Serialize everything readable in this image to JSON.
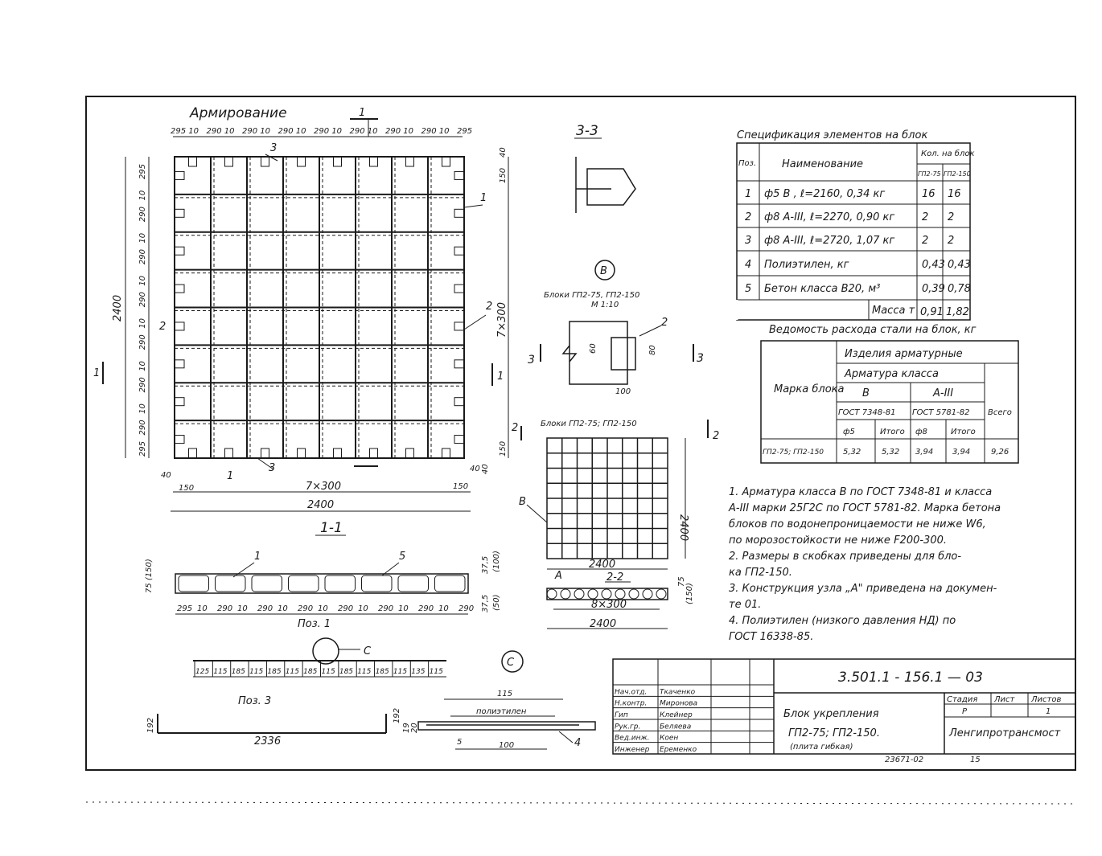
{
  "reinforcement": {
    "title": "Армирование",
    "section_mark_top": "1",
    "section_mark_left": "1",
    "section_mark_right": "1",
    "top_dims": [
      "295",
      "10",
      "290",
      "10",
      "290",
      "10",
      "290",
      "10",
      "290",
      "10",
      "290",
      "10",
      "290",
      "10",
      "290",
      "10",
      "295"
    ],
    "left_dims": [
      "295",
      "10",
      "290",
      "10",
      "290",
      "10",
      "290",
      "10",
      "290",
      "10",
      "290",
      "10",
      "290",
      "295"
    ],
    "right_dims": [
      "40",
      "150",
      "150",
      "40"
    ],
    "overall_height": "2400",
    "pos_right": "1",
    "pos_right_2": "2",
    "pos_left_2": "2",
    "pos_top_3": "3",
    "pos_bottom_3": "3",
    "pos_bottom_1": "1",
    "right_spacing": "7×300",
    "bottom_left_40": "40",
    "bottom_right_40": "40",
    "bottom_150_left": "150",
    "bottom_150_right": "150",
    "bottom_spacing": "7×300",
    "bottom_total": "2400"
  },
  "section_33": {
    "title": "3-3"
  },
  "detail_b": {
    "circle": "B",
    "caption": "Блоки ГП2-75, ГП2-150",
    "scale": "М 1:10",
    "pos": "2",
    "dim_60": "60",
    "dim_80": "80",
    "dim_100": "100",
    "cut_left": "3",
    "cut_right": "3"
  },
  "small_block": {
    "caption": "Блоки ГП2-75; ГП2-150",
    "cut_2_top": "2",
    "cut_2_bottom": "2",
    "leader_b": "В",
    "dim_width": "2400",
    "dim_height": "2400"
  },
  "section_11": {
    "title": "1-1",
    "pos_1": "1",
    "pos_5": "5",
    "dims": [
      "295",
      "10",
      "290",
      "10",
      "290",
      "10",
      "290",
      "10",
      "290",
      "10",
      "290",
      "10",
      "290",
      "10",
      "290"
    ],
    "left_75": "75 (150)",
    "right_375_top": "37,5",
    "right_100": "(100)",
    "right_375_bot": "37,5",
    "right_50": "(50)",
    "pos_label": "Поз. 1"
  },
  "section_22": {
    "title": "2-2",
    "node_a": "А",
    "dim_75": "75",
    "dim_150": "(150)",
    "spacing": "8×300",
    "total": "2400"
  },
  "pos3": {
    "title": "Поз. 3",
    "circle_c": "С",
    "dims": [
      "125",
      "115",
      "185",
      "115",
      "185",
      "115",
      "185",
      "115",
      "185",
      "115",
      "185",
      "115",
      "135",
      "115"
    ],
    "dim_192_left": "192",
    "dim_192_right": "192",
    "length": "2336"
  },
  "detail_c": {
    "circle": "С",
    "dim_115": "115",
    "label_poly": "полиэтилен",
    "dim_5": "5",
    "dim_100": "100",
    "pos_4": "4",
    "dim_19": "19",
    "dim_20": "20"
  },
  "spec_table": {
    "title": "Спецификация элементов на блок",
    "col_pos": "Поз.",
    "col_name": "Наименование",
    "col_qty": "Кол. на блок",
    "col_a": "ГП2-75",
    "col_b": "ГП2-150",
    "rows": [
      {
        "pos": "1",
        "name": "ф5 В , ℓ=2160, 0,34 кг",
        "a": "16",
        "b": "16"
      },
      {
        "pos": "2",
        "name": "ф8 А-III, ℓ=2270, 0,90 кг",
        "a": "2",
        "b": "2"
      },
      {
        "pos": "3",
        "name": "ф8 А-III, ℓ=2720, 1,07 кг",
        "a": "2",
        "b": "2"
      },
      {
        "pos": "4",
        "name": "Полиэтилен, кг",
        "a": "0,43",
        "b": "0,43"
      },
      {
        "pos": "5",
        "name": "Бетон класса В20, м³",
        "a": "0,39",
        "b": "0,78"
      }
    ],
    "mass_label": "Масса т",
    "mass_a": "0,91",
    "mass_b": "1,82"
  },
  "steel_table": {
    "title": "Ведомость расхода стали на блок, кг",
    "h_products": "Изделия арматурные",
    "h_class": "Арматура класса",
    "h_mark": "Марка блока",
    "h_b": "В",
    "h_a3": "А-III",
    "h_gost1": "ГОСТ 7348-81",
    "h_gost2": "ГОСТ 5781-82",
    "h_total": "Всего",
    "h_f5": "ф5",
    "h_sum1": "Итого",
    "h_f8": "ф8",
    "h_sum2": "Итого",
    "row_mark": "ГП2-75; ГП2-150",
    "v1": "5,32",
    "v2": "5,32",
    "v3": "3,94",
    "v4": "3,94",
    "v5": "9,26"
  },
  "notes": [
    "1. Арматура класса В по ГОСТ 7348-81 и класса",
    "А-III марки 25Г2С по ГОСТ 5781-82. Марка бетона",
    "блоков по водонепроницаемости не ниже W6,",
    "по морозостойкости не ниже F200-300.",
    "2. Размеры в скобках приведены для бло-",
    "ка ГП2-150.",
    "3. Конструкция узла „А\" приведена на докумен-",
    "те 01.",
    "4. Полиэтилен (низкого давления НД) по",
    "ГОСТ 16338-85."
  ],
  "title_block": {
    "code": "3.501.1 - 156.1 — 03",
    "roles": [
      "Нач.отд.",
      "Н.контр.",
      "Гип",
      "Рук.гр.",
      "Вед.инж.",
      "Инженер"
    ],
    "names": [
      "Ткаченко",
      "Миронова",
      "Клейнер",
      "Беляева",
      "Коен",
      "Еременко"
    ],
    "title_l1": "Блок укрепления",
    "title_l2": "ГП2-75; ГП2-150.",
    "title_l3": "(плита гибкая)",
    "h_stage": "Стадия",
    "h_sheet": "Лист",
    "h_sheets": "Листов",
    "stage": "Р",
    "sheets": "1",
    "org": "Ленгипротрансмост",
    "archive": "23671-02",
    "page": "15"
  }
}
